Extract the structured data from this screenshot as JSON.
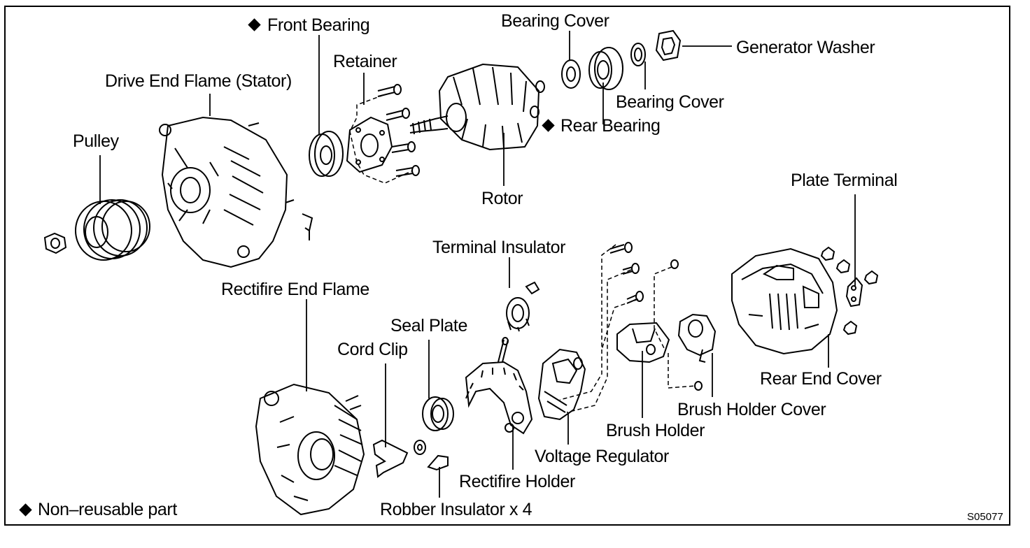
{
  "labels": {
    "front_bearing": "Front Bearing",
    "retainer": "Retainer",
    "drive_end_frame": "Drive End Flame (Stator)",
    "pulley": "Pulley",
    "bearing_cover_top": "Bearing Cover",
    "bearing_cover_right": "Bearing Cover",
    "generator_washer": "Generator Washer",
    "rear_bearing": "Rear Bearing",
    "rotor": "Rotor",
    "plate_terminal": "Plate Terminal",
    "terminal_insulator": "Terminal Insulator",
    "rectifier_end_frame": "Rectifire End Flame",
    "seal_plate": "Seal Plate",
    "cord_clip": "Cord Clip",
    "rear_end_cover": "Rear End Cover",
    "brush_holder_cover": "Brush Holder Cover",
    "brush_holder": "Brush Holder",
    "voltage_regulator": "Voltage Regulator",
    "rectifier_holder": "Rectifire Holder",
    "rubber_insulator": "Robber Insulator x 4",
    "legend_text": "Non–reusable part",
    "figure_code": "S05077"
  }
}
